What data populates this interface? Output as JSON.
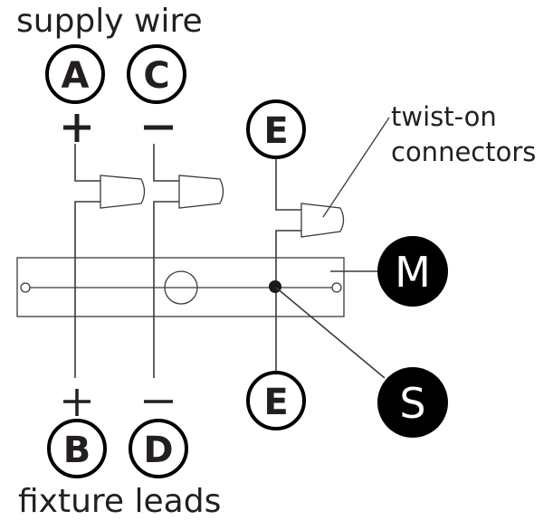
{
  "labels": {
    "supply_wire": "supply wire",
    "fixture_leads": "fixture leads",
    "twist_on_line1": "twist-on",
    "twist_on_line2": "connectors"
  },
  "terminals": {
    "A": "A",
    "C": "C",
    "E_top": "E",
    "B": "B",
    "D": "D",
    "E_bottom": "E"
  },
  "polarity": {
    "A": "+",
    "C": "−",
    "B": "+",
    "D": "−"
  },
  "callouts": {
    "M": "M",
    "S": "S"
  },
  "colors": {
    "line": "#3a3a3a",
    "text": "#231f20",
    "callout_fill": "#000000",
    "callout_text": "#ffffff"
  }
}
